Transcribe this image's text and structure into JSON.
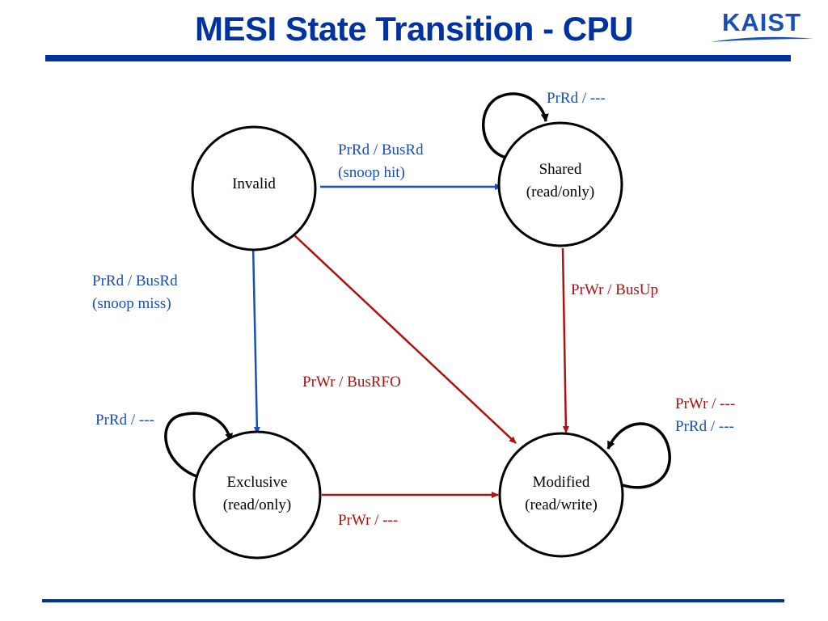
{
  "header": {
    "title": "MESI State Transition - CPU",
    "logo_text": "KAIST"
  },
  "states": {
    "invalid": {
      "name": "Invalid",
      "sub": ""
    },
    "shared": {
      "name": "Shared",
      "sub": "(read/only)"
    },
    "exclusive": {
      "name": "Exclusive",
      "sub": "(read/only)"
    },
    "modified": {
      "name": "Modified",
      "sub": "(read/write)"
    }
  },
  "transitions": {
    "shared_self": {
      "line1": "PrRd / ---"
    },
    "invalid_to_shared": {
      "line1": "PrRd / BusRd",
      "line2": "(snoop hit)"
    },
    "invalid_to_exclusive": {
      "line1": "PrRd / BusRd",
      "line2": "(snoop miss)"
    },
    "shared_to_modified": {
      "line1": "PrWr / BusUp"
    },
    "invalid_to_modified": {
      "line1": "PrWr / BusRFO"
    },
    "exclusive_self": {
      "line1": "PrRd / ---"
    },
    "modified_self": {
      "line1": "PrWr / ---",
      "line2": "PrRd / ---"
    },
    "exclusive_to_modified": {
      "line1": "PrWr / ---"
    }
  },
  "colors": {
    "title": "#0033a0",
    "rule": "#0033a0",
    "read": "#1a4fb8",
    "write": "#b01010",
    "state_border": "#000000",
    "logo": "#1a4fb8"
  }
}
